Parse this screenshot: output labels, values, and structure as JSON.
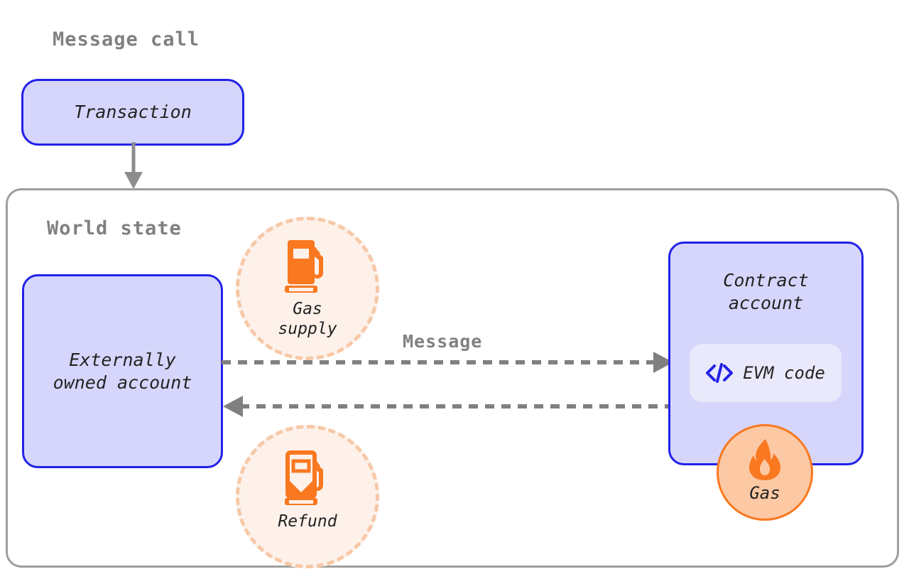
{
  "diagram": {
    "title": "Message call",
    "container_label": "World state",
    "transaction": {
      "label": "Transaction"
    },
    "eoa": {
      "line1": "Externally",
      "line2": "owned account"
    },
    "contract": {
      "line1": "Contract",
      "line2": "account",
      "evm_chip_label": "EVM code",
      "evm_chip_icon": "code-brackets-icon"
    },
    "gas_supply": {
      "label_line1": "Gas",
      "label_line2": "supply",
      "icon": "fuel-pump-full-icon"
    },
    "refund": {
      "label_line1": "Refund",
      "label_line2": "",
      "icon": "fuel-pump-partial-icon"
    },
    "gas_badge": {
      "label": "Gas",
      "icon": "flame-icon"
    },
    "message_label": "Message",
    "arrows": {
      "transaction_to_world_state": "solid-down-arrow",
      "eoa_to_contract": "dashed-right-arrow",
      "contract_to_eoa": "dashed-left-arrow"
    },
    "colors": {
      "accent_blue": "#2222e8",
      "box_fill": "#d6d6fc",
      "chip_fill": "#e9e9fb",
      "accent_orange": "#f97820",
      "circle_fill_cream": "#fdf1ea",
      "dashed_border": "#f7c8a7",
      "gas_badge_fill": "#fcc9a4",
      "gray_text": "#808080",
      "gray_line": "#9e9e9e",
      "arrow_gray": "#808080",
      "text_dark": "#232323",
      "background": "#ffffff"
    }
  }
}
